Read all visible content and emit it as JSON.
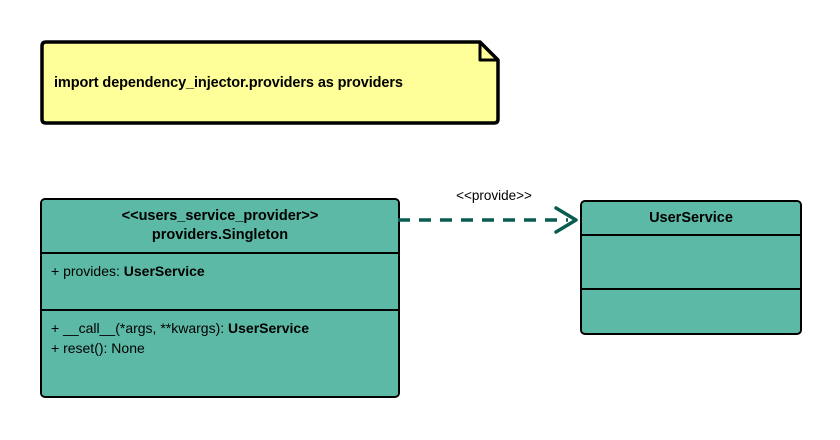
{
  "diagram": {
    "type": "uml-class-diagram",
    "background_color": "#ffffff",
    "note": {
      "text": "import dependency_injector.providers as providers",
      "fill_color": "#ffff99",
      "border_color": "#000000"
    },
    "classes": [
      {
        "id": "users-service-provider",
        "stereotype": "<<users_service_provider>>",
        "name": "providers.Singleton",
        "fill_color": "#5cb9a5",
        "border_color": "#000000",
        "attributes": [
          {
            "prefix": "+ provides: ",
            "type": "UserService"
          }
        ],
        "operations": [
          {
            "prefix": "+ __call__(*args, **kwargs): ",
            "type": "UserService"
          },
          {
            "prefix": "+ reset(): None",
            "type": ""
          }
        ]
      },
      {
        "id": "user-service",
        "stereotype": "",
        "name": "UserService",
        "fill_color": "#5cb9a5",
        "border_color": "#000000",
        "attributes": [],
        "operations": []
      }
    ],
    "relationships": [
      {
        "id": "provide-dependency",
        "label": "<<provide>>",
        "style": "dashed",
        "arrowhead": "open",
        "color": "#0a5c50",
        "from": "users-service-provider",
        "to": "user-service"
      }
    ]
  }
}
